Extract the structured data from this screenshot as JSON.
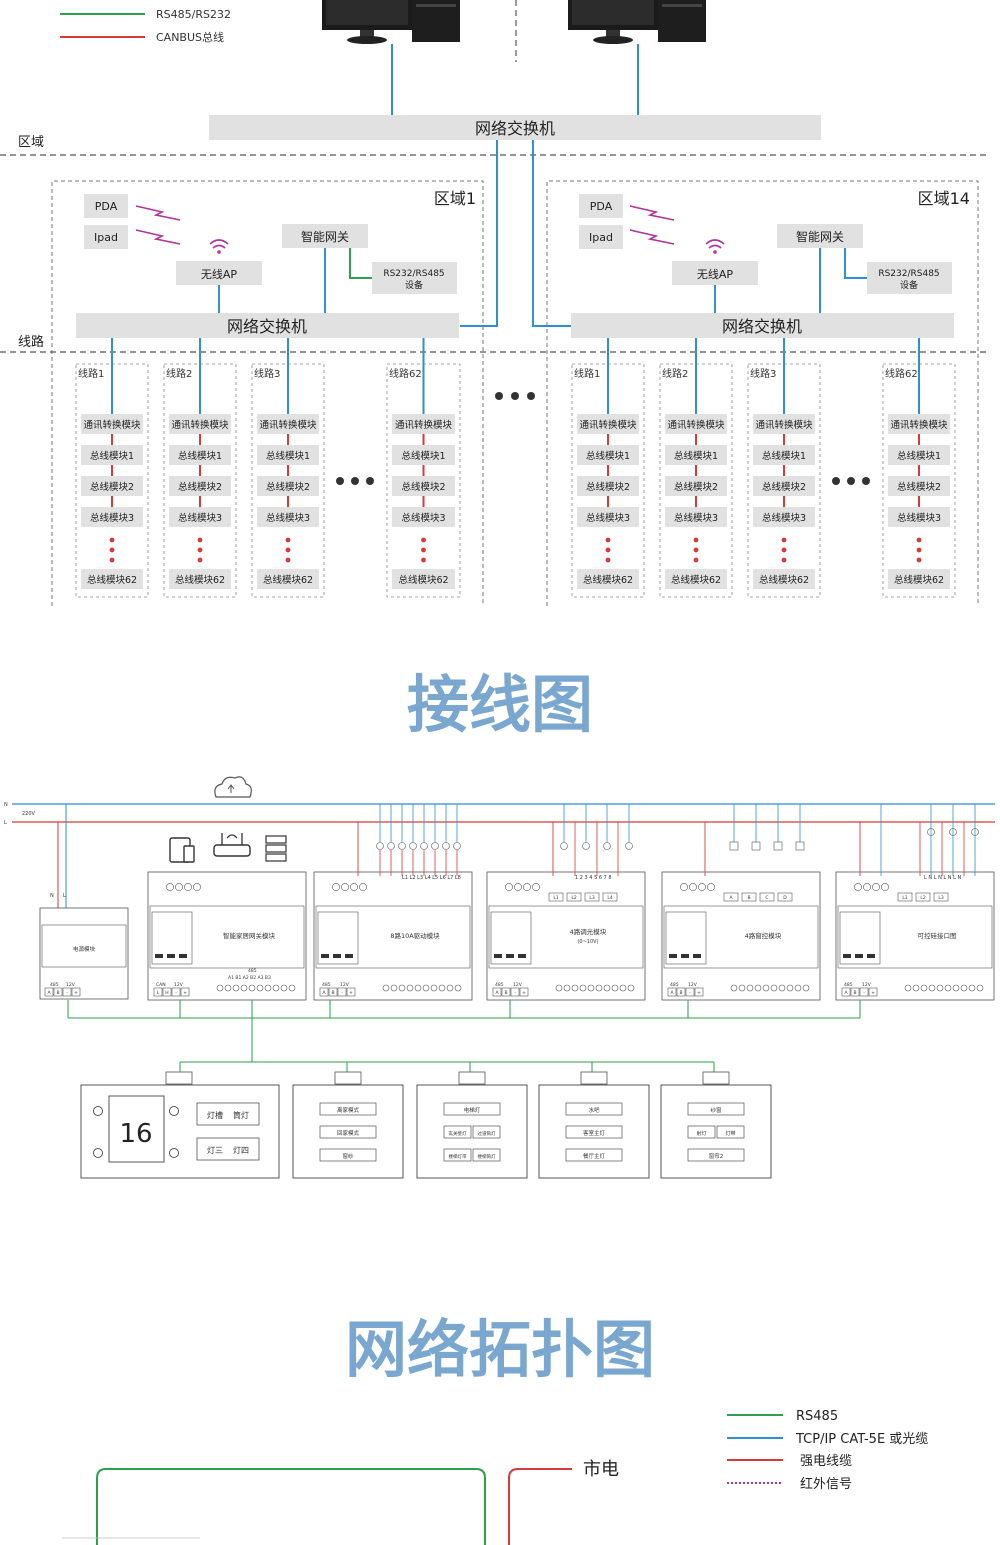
{
  "colors": {
    "green": "#2e9e4f",
    "blue": "#2f8fd1",
    "red": "#d83a3a",
    "magenta": "#b0359a",
    "box": "#e1e1e1",
    "title": "#7aa7d0",
    "dash": "#555555"
  },
  "top_legend": {
    "rs485": "RS485/RS232",
    "canbus": "CANBUS总线"
  },
  "top": {
    "main_switch": "网络交换机",
    "label_area": "区域",
    "label_line": "线路",
    "zones": [
      {
        "title": "区域1",
        "pda": "PDA",
        "ipad": "Ipad",
        "gateway": "智能网关",
        "ap": "无线AP",
        "device_line1": "RS232/RS485",
        "device_line2": "设备",
        "switch": "网络交换机",
        "lines": [
          "线路1",
          "线路2",
          "线路3",
          "线路62"
        ]
      },
      {
        "title": "区域14",
        "pda": "PDA",
        "ipad": "Ipad",
        "gateway": "智能网关",
        "ap": "无线AP",
        "device_line1": "RS232/RS485",
        "device_line2": "设备",
        "switch": "网络交换机",
        "lines": [
          "线路1",
          "线路2",
          "线路3",
          "线路62"
        ]
      }
    ],
    "modules": [
      "通讯转换模块",
      "总线模块1",
      "总线模块2",
      "总线模块3"
    ],
    "last_module": "总线模块62"
  },
  "wiring": {
    "title": "接线图",
    "rail_n": "N",
    "rail_l": "L",
    "voltage": "220V",
    "psu": {
      "name": "电源模块",
      "top": [
        "N",
        "L"
      ],
      "terminals": [
        "485",
        "12V"
      ],
      "pins": [
        "A",
        "B",
        "-",
        "+"
      ]
    },
    "modules": [
      {
        "name": "智能家居网关模块",
        "bus": [
          "CAN",
          "12V"
        ],
        "pins": [
          "L",
          "H",
          "-",
          "+"
        ],
        "extra": "485",
        "extra_pins": "A1 B1 A2 B2 A3 B3"
      },
      {
        "name": "8路10A驱动模块",
        "bus": [
          "485",
          "12V"
        ],
        "pins": [
          "A",
          "B",
          "-",
          "+"
        ],
        "top": "L1 L2 L3 L4 L5 L6 L7 L8"
      },
      {
        "name": "4路调光模块",
        "sub": "(0~10V)",
        "bus": [
          "485",
          "12V"
        ],
        "pins": [
          "A",
          "B",
          "-",
          "+"
        ],
        "top": "1 2 3 4 5 6 7 8",
        "groups": [
          "L1",
          "L2",
          "L3",
          "L4"
        ]
      },
      {
        "name": "4路窗控模块",
        "bus": [
          "485",
          "12V"
        ],
        "pins": [
          "A",
          "B",
          "-",
          "+"
        ],
        "groups": [
          "A",
          "B",
          "C",
          "D"
        ]
      },
      {
        "name": "可控硅接口图",
        "bus": [
          "485",
          "12V"
        ],
        "pins": [
          "A",
          "B",
          "-",
          "+"
        ],
        "top": "L N L N L N L N",
        "groups": [
          "L1",
          "L2",
          "L3"
        ]
      }
    ],
    "thermostat": {
      "display": "16",
      "buttons": [
        "灯槽",
        "筒灯",
        "灯三",
        "灯四"
      ]
    },
    "panels": [
      [
        "离家模式",
        "回家模式",
        "窗纱"
      ],
      [
        "电梯灯",
        "玄关壁灯",
        "过道筒灯",
        "楼梯灯带",
        "楼梯筒灯"
      ],
      [
        "水吧",
        "客室主灯",
        "餐厅主灯"
      ],
      [
        "纱窗",
        "射灯",
        "灯带",
        "窗帘2"
      ]
    ]
  },
  "topology": {
    "title": "网络拓扑图",
    "mains": "市电",
    "legend": [
      {
        "label": "RS485"
      },
      {
        "label": "TCP/IP  CAT-5E 或光缆"
      },
      {
        "label": "强电线缆"
      },
      {
        "label": "红外信号"
      }
    ]
  }
}
